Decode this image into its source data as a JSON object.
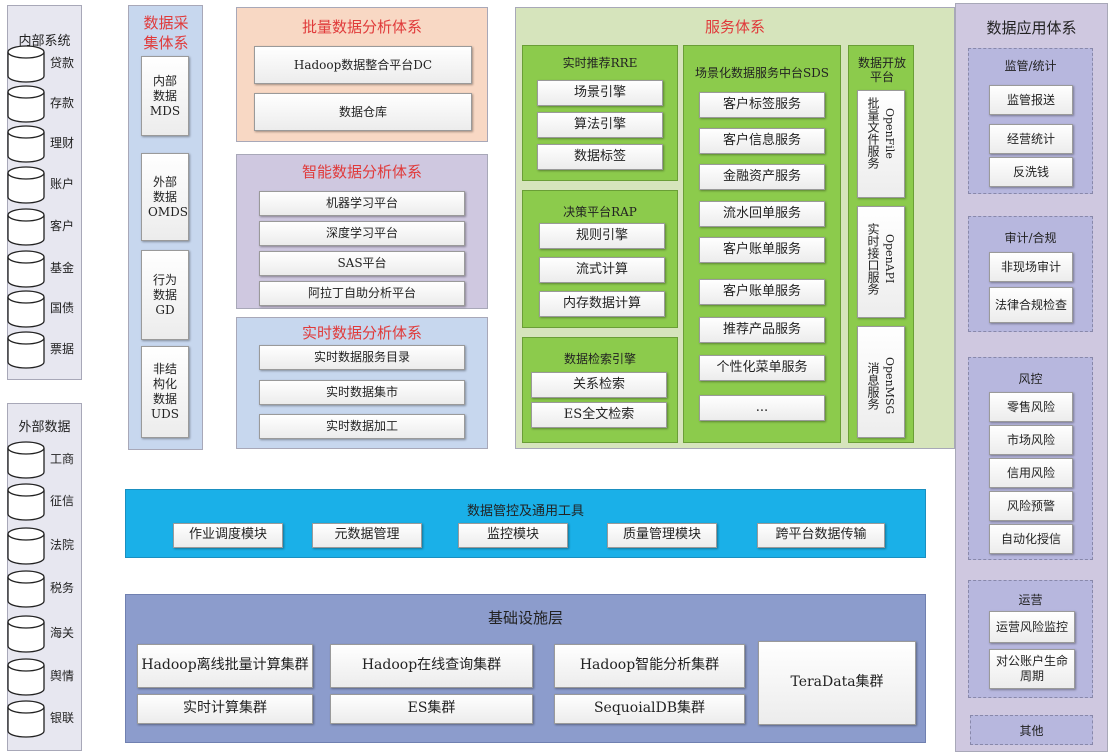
{
  "internal": {
    "title": "内部系统",
    "items": [
      "贷款",
      "存款",
      "理财",
      "账户",
      "客户",
      "基金",
      "国债",
      "票据"
    ]
  },
  "external": {
    "title": "外部数据",
    "items": [
      "工商",
      "征信",
      "法院",
      "税务",
      "海关",
      "舆情",
      "银联"
    ]
  },
  "collection": {
    "title": "数据采集体系",
    "items": [
      "内部数据MDS",
      "外部数据OMDS",
      "行为数据GD",
      "非结构化数据UDS"
    ]
  },
  "batch": {
    "title": "批量数据分析体系",
    "items": [
      "Hadoop数据整合平台DC",
      "数据仓库"
    ]
  },
  "smart": {
    "title": "智能数据分析体系",
    "items": [
      "机器学习平台",
      "深度学习平台",
      "SAS平台",
      "阿拉丁自助分析平台"
    ]
  },
  "realtime": {
    "title": "实时数据分析体系",
    "items": [
      "实时数据服务目录",
      "实时数据集市",
      "实时数据加工"
    ]
  },
  "service": {
    "title": "服务体系",
    "rre": {
      "title": "实时推荐RRE",
      "items": [
        "场景引擎",
        "算法引擎",
        "数据标签"
      ]
    },
    "rap": {
      "title": "决策平台RAP",
      "items": [
        "规则引擎",
        "流式计算",
        "内存数据计算"
      ]
    },
    "search": {
      "title": "数据检索引擎",
      "items": [
        "关系检索",
        "ES全文检索"
      ]
    },
    "sds": {
      "title": "场景化数据服务中台SDS",
      "items": [
        "客户标签服务",
        "客户信息服务",
        "金融资产服务",
        "流水回单服务",
        "客户账单服务",
        "客户账单服务",
        "推荐产品服务",
        "个性化菜单服务",
        "..."
      ]
    },
    "open": {
      "title": "数据开放平台",
      "items": [
        {
          "name": "OpenFile",
          "label": "批量文件服务"
        },
        {
          "name": "OpenAPI",
          "label": "实时接口服务"
        },
        {
          "name": "OpenMSG",
          "label": "消息服务"
        }
      ]
    }
  },
  "governance": {
    "title": "数据管控及通用工具",
    "items": [
      "作业调度模块",
      "元数据管理",
      "监控模块",
      "质量管理模块",
      "跨平台数据传输"
    ]
  },
  "infra": {
    "title": "基础设施层",
    "row1": [
      "Hadoop离线批量计算集群",
      "Hadoop在线查询集群",
      "Hadoop智能分析集群"
    ],
    "row2": [
      "实时计算集群",
      "ES集群",
      "SequoialDB集群"
    ],
    "big": "TeraData集群"
  },
  "apps": {
    "title": "数据应用体系",
    "groups": [
      {
        "title": "监管/统计",
        "items": [
          "监管报送",
          "经营统计",
          "反洗钱"
        ]
      },
      {
        "title": "审计/合规",
        "items": [
          "非现场审计",
          "法律合规检查"
        ]
      },
      {
        "title": "风控",
        "items": [
          "零售风险",
          "市场风险",
          "信用风险",
          "风险预警",
          "自动化授信"
        ]
      },
      {
        "title": "运营",
        "items": [
          "运营风险监控",
          "对公账户生命周期"
        ]
      }
    ],
    "other": "其他"
  }
}
